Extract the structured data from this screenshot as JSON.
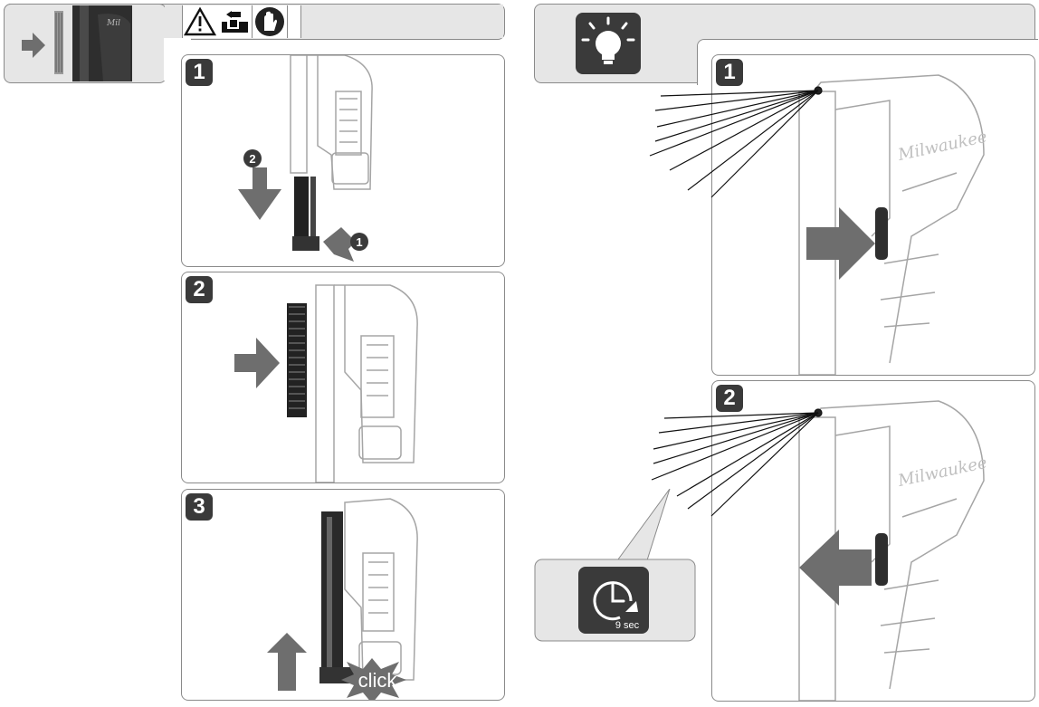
{
  "left": {
    "header_icons": [
      "warning-triangle-icon",
      "battery-remove-icon",
      "wear-gloves-icon"
    ],
    "steps": [
      {
        "number": "1",
        "sub_markers": [
          "2",
          "1"
        ]
      },
      {
        "number": "2"
      },
      {
        "number": "3",
        "sound_text": "click"
      }
    ]
  },
  "right": {
    "header_icons": [
      "light-bulb-icon"
    ],
    "steps": [
      {
        "number": "1"
      },
      {
        "number": "2"
      }
    ],
    "timer_label": "9 sec"
  },
  "colors": {
    "band": "#e6e6e6",
    "dark": "#3a3a3a",
    "arrow": "#6e6e6e",
    "border": "#8a8a8a"
  }
}
